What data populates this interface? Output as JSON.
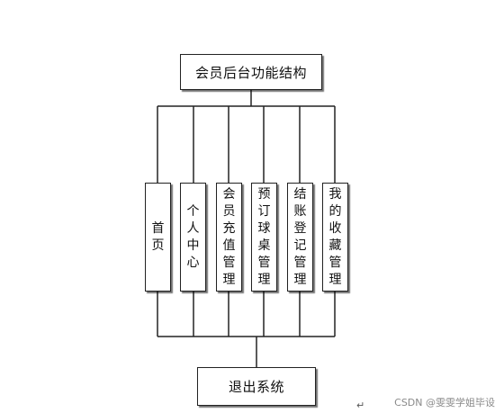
{
  "diagram": {
    "root": "会员后台功能结构",
    "children": [
      "首页",
      "个人中心",
      "会员充值管理",
      "预订球桌管理",
      "结账登记管理",
      "我的收藏管理"
    ],
    "exit": "退出系统"
  },
  "footer": {
    "watermark": "CSDN @雯雯学姐毕设",
    "paragraph_mark": "↵"
  }
}
